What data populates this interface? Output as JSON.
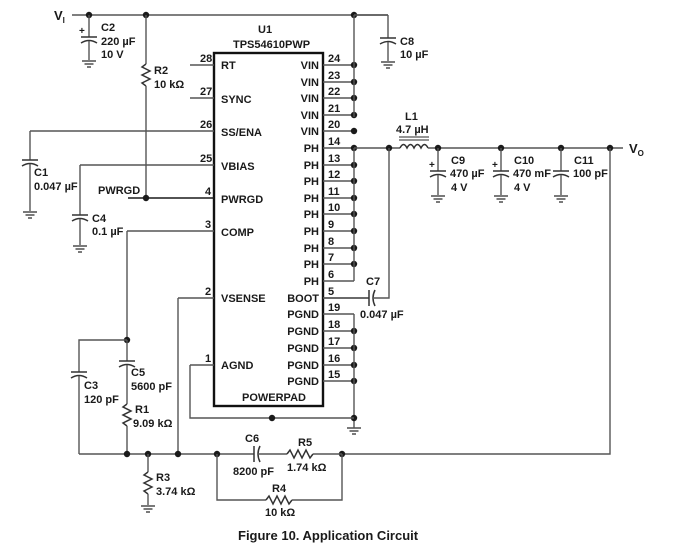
{
  "figure": {
    "caption": "Figure 10.  Application Circuit"
  },
  "nets": {
    "vi": "V",
    "vi_sub": "I",
    "vo": "V",
    "vo_sub": "O",
    "pwrgd": "PWRGD"
  },
  "ic": {
    "ref": "U1",
    "part": "TPS54610PWP",
    "powerpad": "POWERPAD",
    "left_pins": [
      {
        "num": "28",
        "name": "RT"
      },
      {
        "num": "27",
        "name": "SYNC"
      },
      {
        "num": "26",
        "name": "SS/ENA"
      },
      {
        "num": "25",
        "name": "VBIAS"
      },
      {
        "num": "4",
        "name": "PWRGD"
      },
      {
        "num": "3",
        "name": "COMP"
      },
      {
        "num": "2",
        "name": "VSENSE"
      },
      {
        "num": "1",
        "name": "AGND"
      }
    ],
    "right_pins": [
      {
        "num": "24",
        "name": "VIN"
      },
      {
        "num": "23",
        "name": "VIN"
      },
      {
        "num": "22",
        "name": "VIN"
      },
      {
        "num": "21",
        "name": "VIN"
      },
      {
        "num": "20",
        "name": "VIN"
      },
      {
        "num": "14",
        "name": "PH"
      },
      {
        "num": "13",
        "name": "PH"
      },
      {
        "num": "12",
        "name": "PH"
      },
      {
        "num": "11",
        "name": "PH"
      },
      {
        "num": "10",
        "name": "PH"
      },
      {
        "num": "9",
        "name": "PH"
      },
      {
        "num": "8",
        "name": "PH"
      },
      {
        "num": "7",
        "name": "PH"
      },
      {
        "num": "6",
        "name": "PH"
      },
      {
        "num": "5",
        "name": "BOOT"
      },
      {
        "num": "19",
        "name": "PGND"
      },
      {
        "num": "18",
        "name": "PGND"
      },
      {
        "num": "17",
        "name": "PGND"
      },
      {
        "num": "16",
        "name": "PGND"
      },
      {
        "num": "15",
        "name": "PGND"
      }
    ]
  },
  "components": {
    "C1": {
      "ref": "C1",
      "value": "0.047 µF"
    },
    "C2": {
      "ref": "C2",
      "value": "220 µF",
      "rating": "10 V"
    },
    "C3": {
      "ref": "C3",
      "value": "120 pF"
    },
    "C4": {
      "ref": "C4",
      "value": "0.1 µF"
    },
    "C5": {
      "ref": "C5",
      "value": "5600 pF"
    },
    "C6": {
      "ref": "C6",
      "value": "8200 pF"
    },
    "C7": {
      "ref": "C7",
      "value": "0.047 µF"
    },
    "C8": {
      "ref": "C8",
      "value": "10 µF"
    },
    "C9": {
      "ref": "C9",
      "value": "470 µF",
      "rating": "4 V"
    },
    "C10": {
      "ref": "C10",
      "value": "470 mF",
      "rating": "4 V"
    },
    "C11": {
      "ref": "C11",
      "value": "100 pF"
    },
    "L1": {
      "ref": "L1",
      "value": "4.7 µH"
    },
    "R1": {
      "ref": "R1",
      "value": "9.09 kΩ"
    },
    "R2": {
      "ref": "R2",
      "value": "10 kΩ"
    },
    "R3": {
      "ref": "R3",
      "value": "3.74 kΩ"
    },
    "R4": {
      "ref": "R4",
      "value": "10 kΩ"
    },
    "R5": {
      "ref": "R5",
      "value": "1.74 kΩ"
    }
  },
  "polarity_mark": "+"
}
